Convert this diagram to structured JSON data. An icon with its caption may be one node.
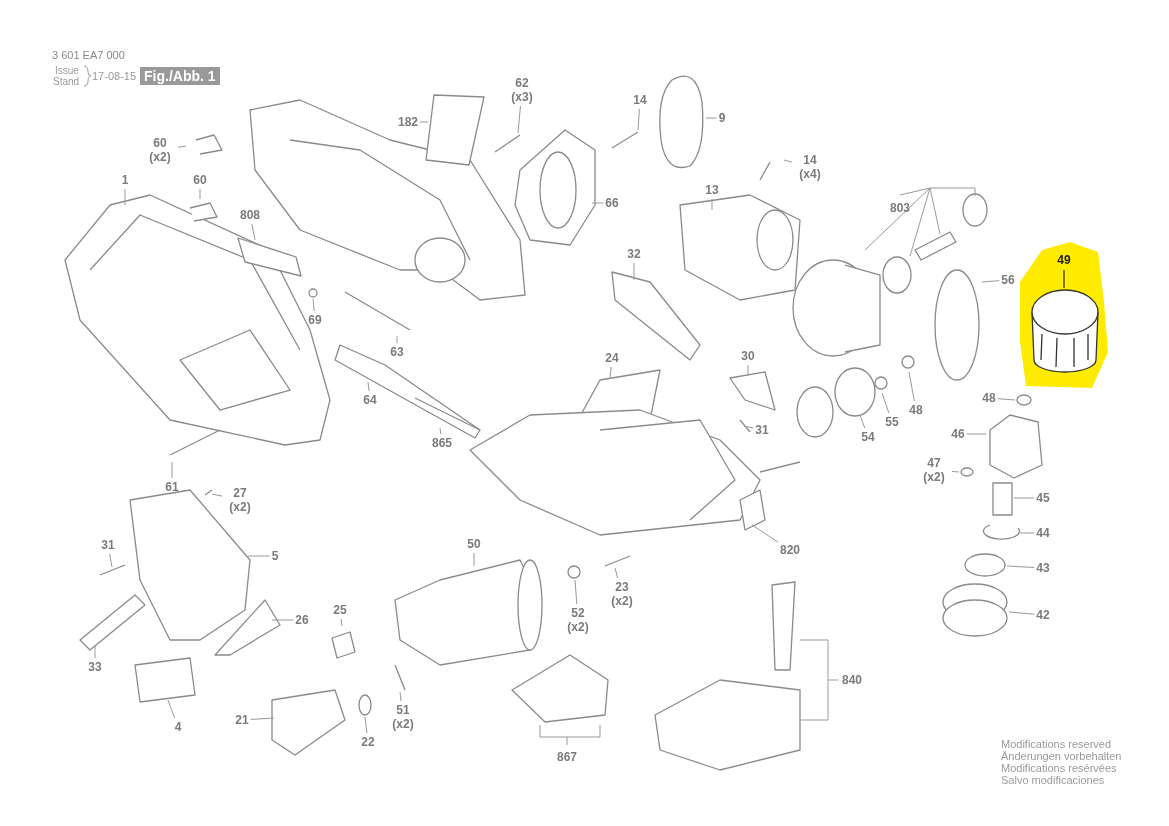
{
  "diagram": {
    "nodes": [
      {
        "text": [
          "60 (x2)"
        ]
      },
      {
        "text": [
          "62 (x3)"
        ]
      },
      {
        "text": [
          "14"
        ]
      },
      {
        "text": [
          "182"
        ]
      },
      {
        "text": [
          "9"
        ]
      },
      {
        "text": [
          "1"
        ]
      },
      {
        "text": [
          "60"
        ]
      },
      {
        "text": [
          "14 (x4)"
        ]
      },
      {
        "text": [
          "13"
        ]
      },
      {
        "text": [
          "66"
        ]
      },
      {
        "text": [
          "808"
        ]
      },
      {
        "text": [
          "803"
        ]
      },
      {
        "text": [
          "32"
        ]
      },
      {
        "text": [
          "49"
        ]
      },
      {
        "text": [
          "56"
        ]
      },
      {
        "text": [
          "69"
        ]
      },
      {
        "text": [
          "63"
        ]
      },
      {
        "text": [
          "24"
        ]
      },
      {
        "text": [
          "30"
        ]
      },
      {
        "text": [
          "64"
        ]
      },
      {
        "text": [
          "48"
        ]
      },
      {
        "text": [
          "48"
        ]
      },
      {
        "text": [
          "55"
        ]
      },
      {
        "text": [
          "31"
        ]
      },
      {
        "text": [
          "46"
        ]
      },
      {
        "text": [
          "54"
        ]
      },
      {
        "text": [
          "865"
        ]
      },
      {
        "text": [
          "47 (x2)"
        ]
      },
      {
        "text": [
          "61"
        ]
      },
      {
        "text": [
          "27 (x2)"
        ]
      },
      {
        "text": [
          "45"
        ]
      },
      {
        "text": [
          "44"
        ]
      },
      {
        "text": [
          "31"
        ]
      },
      {
        "text": [
          "50"
        ]
      },
      {
        "text": [
          "820"
        ]
      },
      {
        "text": [
          "5"
        ]
      },
      {
        "text": [
          "43"
        ]
      },
      {
        "text": [
          "23 (x2)"
        ]
      },
      {
        "text": [
          "25"
        ]
      },
      {
        "text": [
          "42"
        ]
      },
      {
        "text": [
          "52 (x2)"
        ]
      },
      {
        "text": [
          "26"
        ]
      },
      {
        "text": [
          "33"
        ]
      },
      {
        "text": [
          "840"
        ]
      },
      {
        "text": [
          "51 (x2)"
        ]
      },
      {
        "text": [
          "4"
        ]
      },
      {
        "text": [
          "21"
        ]
      },
      {
        "text": [
          "22"
        ]
      },
      {
        "text": [
          "867"
        ]
      }
    ],
    "edges": [
      {
        "from": 0,
        "to": null,
        "arrow": "none"
      },
      {
        "from": 1,
        "to": null,
        "arrow": "none"
      },
      {
        "from": 2,
        "to": null,
        "arrow": "none"
      },
      {
        "from": 3,
        "to": null,
        "arrow": "none"
      },
      {
        "from": 4,
        "to": null,
        "arrow": "none"
      },
      {
        "from": 5,
        "to": null,
        "arrow": "none"
      },
      {
        "from": 6,
        "to": null,
        "arrow": "none"
      },
      {
        "from": 7,
        "to": null,
        "arrow": "none"
      },
      {
        "from": 8,
        "to": null,
        "arrow": "none"
      },
      {
        "from": 9,
        "to": null,
        "arrow": "none"
      },
      {
        "from": 10,
        "to": null,
        "arrow": "none"
      },
      {
        "from": 11,
        "to": null,
        "arrow": "none"
      },
      {
        "from": 12,
        "to": null,
        "arrow": "none"
      },
      {
        "from": 14,
        "to": null,
        "arrow": "none"
      },
      {
        "from": 15,
        "to": null,
        "arrow": "none"
      },
      {
        "from": 16,
        "to": null,
        "arrow": "none"
      },
      {
        "from": 17,
        "to": null,
        "arrow": "none"
      },
      {
        "from": 18,
        "to": null,
        "arrow": "none"
      },
      {
        "from": 19,
        "to": null,
        "arrow": "none"
      },
      {
        "from": 20,
        "to": null,
        "arrow": "none"
      },
      {
        "from": 21,
        "to": null,
        "arrow": "none"
      },
      {
        "from": 22,
        "to": null,
        "arrow": "none"
      },
      {
        "from": 23,
        "to": null,
        "arrow": "none"
      },
      {
        "from": 24,
        "to": null,
        "arrow": "none"
      },
      {
        "from": 25,
        "to": null,
        "arrow": "none"
      },
      {
        "from": 26,
        "to": null,
        "arrow": "none"
      },
      {
        "from": 27,
        "to": null,
        "arrow": "none"
      },
      {
        "from": 28,
        "to": null,
        "arrow": "none"
      },
      {
        "from": 29,
        "to": null,
        "arrow": "none"
      },
      {
        "from": 30,
        "to": null,
        "arrow": "none"
      },
      {
        "from": 31,
        "to": null,
        "arrow": "none"
      },
      {
        "from": 32,
        "to": null,
        "arrow": "none"
      },
      {
        "from": 33,
        "to": null,
        "arrow": "none"
      },
      {
        "from": 34,
        "to": null,
        "arrow": "none"
      },
      {
        "from": 35,
        "to": null,
        "arrow": "none"
      },
      {
        "from": 36,
        "to": null,
        "arrow": "none"
      },
      {
        "from": 37,
        "to": null,
        "arrow": "none"
      },
      {
        "from": 38,
        "to": null,
        "arrow": "none"
      },
      {
        "from": 39,
        "to": null,
        "arrow": "none"
      },
      {
        "from": 40,
        "to": null,
        "arrow": "none"
      },
      {
        "from": 41,
        "to": null,
        "arrow": "none"
      },
      {
        "from": 42,
        "to": null,
        "arrow": "none"
      },
      {
        "from": 43,
        "to": null,
        "arrow": "none"
      },
      {
        "from": 44,
        "to": null,
        "arrow": "none"
      },
      {
        "from": 45,
        "to": null,
        "arrow": "none"
      },
      {
        "from": 46,
        "to": null,
        "arrow": "none"
      },
      {
        "from": 47,
        "to": null,
        "arrow": "none"
      },
      {
        "from": 48,
        "to": null,
        "arrow": "none"
      }
    ],
    "labels": [
      "3 601 EA7 000",
      "Issue",
      "Stand",
      "17-08-15",
      "Fig./Abb. 1",
      "Modifications reserved",
      "Änderungen vorbehalten",
      "Modifications resérvées",
      "Salvo modificaciones"
    ]
  }
}
